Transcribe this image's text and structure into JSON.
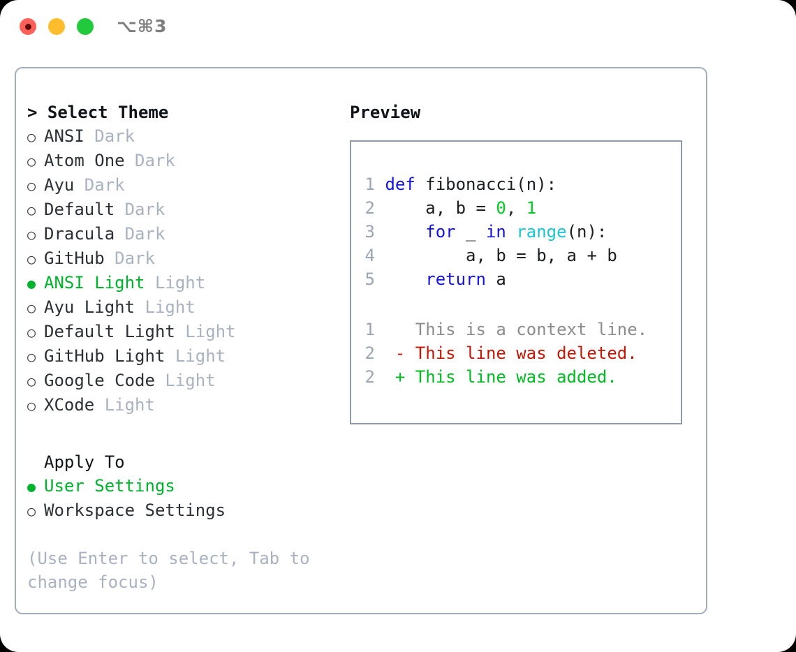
{
  "titlebar": {
    "shortcut": "⌥⌘3",
    "buttons": [
      {
        "name": "close",
        "color": "#ff6159"
      },
      {
        "name": "minimize",
        "color": "#ffbd2e"
      },
      {
        "name": "maximize",
        "color": "#22c93d"
      }
    ]
  },
  "theme_panel": {
    "heading": "> Select Theme",
    "caret": ">",
    "heading_text": "Select Theme",
    "bullet_unselected": "○",
    "bullet_selected": "●",
    "items": [
      {
        "label": "ANSI",
        "suffix": "Dark",
        "selected": false
      },
      {
        "label": "Atom One",
        "suffix": "Dark",
        "selected": false
      },
      {
        "label": "Ayu",
        "suffix": "Dark",
        "selected": false
      },
      {
        "label": "Default",
        "suffix": "Dark",
        "selected": false
      },
      {
        "label": "Dracula",
        "suffix": "Dark",
        "selected": false
      },
      {
        "label": "GitHub",
        "suffix": "Dark",
        "selected": false
      },
      {
        "label": "ANSI Light",
        "suffix": "Light",
        "selected": true
      },
      {
        "label": "Ayu Light",
        "suffix": "Light",
        "selected": false
      },
      {
        "label": "Default Light",
        "suffix": "Light",
        "selected": false
      },
      {
        "label": "GitHub Light",
        "suffix": "Light",
        "selected": false
      },
      {
        "label": "Google Code",
        "suffix": "Light",
        "selected": false
      },
      {
        "label": "XCode",
        "suffix": "Light",
        "selected": false
      }
    ]
  },
  "apply_to": {
    "heading": "Apply To",
    "items": [
      {
        "label": "User Settings",
        "selected": true
      },
      {
        "label": "Workspace Settings",
        "selected": false
      }
    ]
  },
  "hint": "(Use Enter to select, Tab to change focus)",
  "preview": {
    "heading": "Preview",
    "code_lines": [
      {
        "num": "1",
        "tokens": [
          {
            "t": "def ",
            "c": "kw"
          },
          {
            "t": "fibonacci(n):",
            "c": "txt"
          }
        ]
      },
      {
        "num": "2",
        "tokens": [
          {
            "t": "    a, b = ",
            "c": "txt"
          },
          {
            "t": "0",
            "c": "num"
          },
          {
            "t": ", ",
            "c": "txt"
          },
          {
            "t": "1",
            "c": "num"
          }
        ]
      },
      {
        "num": "3",
        "tokens": [
          {
            "t": "    ",
            "c": "txt"
          },
          {
            "t": "for",
            "c": "kw"
          },
          {
            "t": " _ ",
            "c": "txt"
          },
          {
            "t": "in",
            "c": "kw"
          },
          {
            "t": " ",
            "c": "txt"
          },
          {
            "t": "range",
            "c": "fn"
          },
          {
            "t": "(n):",
            "c": "txt"
          }
        ]
      },
      {
        "num": "4",
        "tokens": [
          {
            "t": "        a, b = b, a + b",
            "c": "txt"
          }
        ]
      },
      {
        "num": "5",
        "tokens": [
          {
            "t": "    ",
            "c": "txt"
          },
          {
            "t": "return",
            "c": "kw"
          },
          {
            "t": " a",
            "c": "txt"
          }
        ]
      }
    ],
    "diff_lines": [
      {
        "num": "1",
        "marker": "  ",
        "text": "This is a context line.",
        "kind": "ctx"
      },
      {
        "num": "2",
        "marker": "- ",
        "text": "This line was deleted.",
        "kind": "del"
      },
      {
        "num": "2",
        "marker": "+ ",
        "text": "This line was added.",
        "kind": "add"
      }
    ]
  },
  "colors": {
    "accent_green": "#00b32c",
    "muted": "#a9b2c0",
    "border": "#a3acba",
    "preview_border": "#8e9aaa",
    "keyword": "#1414e0",
    "function": "#16c6d4",
    "number": "#00cc22",
    "diff_deleted": "#c21807",
    "diff_added": "#00bb22",
    "diff_context": "#8c8c8c"
  }
}
